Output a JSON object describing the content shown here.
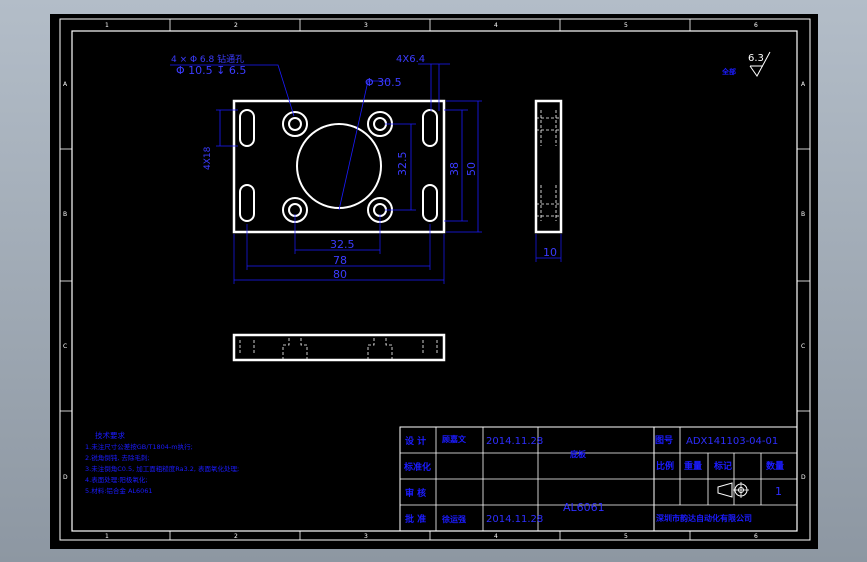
{
  "drawing": {
    "frame": {
      "top_cols": [
        "1",
        "2",
        "3",
        "4",
        "5",
        "6"
      ],
      "bottom_cols": [
        "1",
        "2",
        "3",
        "4",
        "5",
        "6"
      ],
      "left_rows": [
        "A",
        "B",
        "C",
        "D"
      ],
      "right_rows": [
        "A",
        "B",
        "C",
        "D"
      ]
    },
    "roughness": {
      "label": "全部",
      "value": "6.3"
    },
    "dims": {
      "holes_note_1": "4 × Φ 6.8 钻通孔",
      "holes_note_2": "Φ 10.5 ↧ 6.5",
      "dia_305": "Φ 30.5",
      "dim_4x64": "4X6.4",
      "dim_4x18": "4X18",
      "dim_325_v": "32.5",
      "dim_38": "38",
      "dim_50": "50",
      "dim_325_h": "32.5",
      "dim_78": "78",
      "dim_80": "80",
      "dim_10": "10"
    },
    "notes": {
      "title": "技术要求",
      "lines": [
        "1.未注尺寸公差按GB/T1804-m执行;",
        "2.锐角倒钝, 去除毛刺;",
        "3.未注倒角C0.5, 加工面粗糙度Ra3.2, 表面氧化处理;",
        "4.表面处理:阳极氧化;",
        "5.材料:铝合金 AL6061"
      ]
    },
    "title_block": {
      "designer_label": "设 计",
      "designer_name": "顾嘉文",
      "designer_date": "2014.11.28",
      "standard_label": "标准化",
      "review_label": "审 核",
      "approve_label": "批 准",
      "approver_name": "徐运强",
      "approve_date": "2014.11.28",
      "part_name": "底板",
      "material": "AL6061",
      "drawing_no_label": "图号",
      "drawing_no": "ADX141103-04-01",
      "scale_label": "比例",
      "weight_label": "重量",
      "mark_label": "标记",
      "qty_label": "数量",
      "qty": "1",
      "company": "深圳市韵达自动化有限公司"
    }
  }
}
